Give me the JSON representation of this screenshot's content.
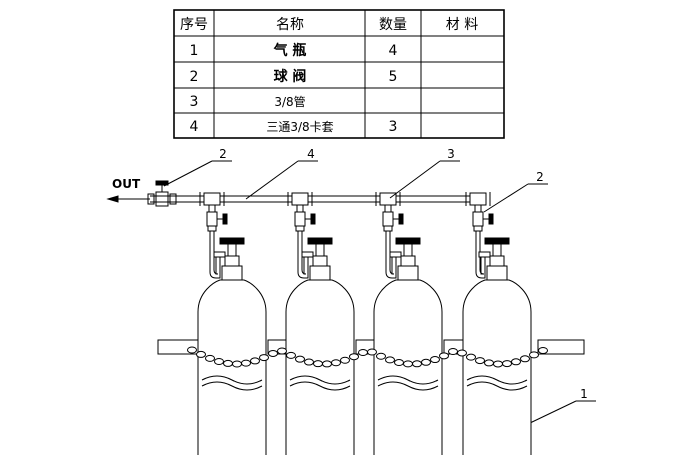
{
  "table": {
    "headers": [
      "序号",
      "名称",
      "数量",
      "材 料"
    ],
    "rows": [
      {
        "no": "1",
        "name": "气 瓶",
        "qty": "4",
        "material": ""
      },
      {
        "no": "2",
        "name": "球 阀",
        "qty": "5",
        "material": ""
      },
      {
        "no": "3",
        "name": "3/8管",
        "qty": "",
        "material": ""
      },
      {
        "no": "4",
        "name": "三通3/8卡套",
        "qty": "3",
        "material": ""
      }
    ]
  },
  "diagram": {
    "out_label": "OUT",
    "callouts": [
      {
        "id": "callout-2-left",
        "text": "2"
      },
      {
        "id": "callout-4",
        "text": "4"
      },
      {
        "id": "callout-3",
        "text": "3"
      },
      {
        "id": "callout-2-right",
        "text": "2"
      },
      {
        "id": "callout-1",
        "text": "1"
      }
    ],
    "cylinder_count": 4
  }
}
